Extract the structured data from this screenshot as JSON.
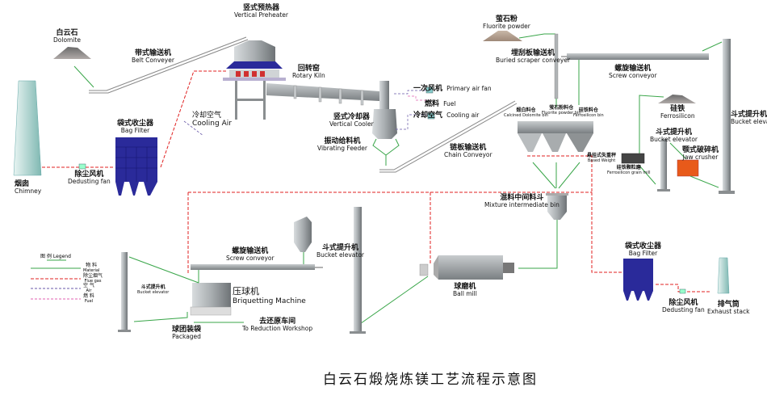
{
  "title": "白云石煅烧炼镁工艺流程示意图",
  "colors": {
    "material": "#3aa64a",
    "flue_gas": "#e02020",
    "air": "#6a5aa8",
    "fuel": "#e060b0",
    "bag_filter": "#2a2a9a",
    "equipment": "#9aa0a4",
    "chimney": "#a8d0cc",
    "crusher": "#e85a1a"
  },
  "equipment": {
    "dolomite": {
      "cn": "白云石",
      "en": "Dolomite"
    },
    "belt_conveyor": {
      "cn": "带式输送机",
      "en": "Belt Conveyer"
    },
    "vertical_preheater": {
      "cn": "竖式预热器",
      "en": "Vertical Preheater"
    },
    "rotary_kiln": {
      "cn": "回转窑",
      "en": "Rotary Kiln"
    },
    "primary_air_fan": {
      "cn": "一次风机",
      "en": "Primary air fan"
    },
    "fuel": {
      "cn": "燃料",
      "en": "Fuel"
    },
    "cooling_air_right": {
      "cn": "冷却空气",
      "en": "Cooling air"
    },
    "vertical_cooler": {
      "cn": "竖式冷却器",
      "en": "Vertical Cooler"
    },
    "vibrating_feeder": {
      "cn": "振动给料机",
      "en": "Vibrating Feeder"
    },
    "chain_conveyor": {
      "cn": "链板输送机",
      "en": "Chain Conveyor"
    },
    "cooling_air_left": {
      "cn": "冷却空气",
      "en": "Cooling Air"
    },
    "bag_filter_left": {
      "cn": "袋式收尘器",
      "en": "Bag Filter"
    },
    "dedusting_fan_left": {
      "cn": "除尘风机",
      "en": "Dedusting fan"
    },
    "chimney": {
      "cn": "烟囱",
      "en": "Chimney"
    },
    "fluorite_powder": {
      "cn": "萤石粉",
      "en": "Fluorite powder"
    },
    "buried_scraper_conveyer": {
      "cn": "埋刮板输送机",
      "en": "Buried scraper conveyer"
    },
    "screw_conveyor_top": {
      "cn": "螺旋输送机",
      "en": "Screw conveyor"
    },
    "calcined_dolomite_bin": {
      "cn": "煅白料仓",
      "en": "Calcined Dolomite bin"
    },
    "fluorite_powder_bin": {
      "cn": "萤石粉料仓",
      "en": "Fluorite powder bin"
    },
    "ferrosilicon_bin": {
      "cn": "硅铁料仓",
      "en": "Ferrosilicon bin"
    },
    "based_weight": {
      "cn": "悬挂式失重秤",
      "en": "Based Weight"
    },
    "ferrosilicon_grain_mill": {
      "cn": "硅铁颗粒磨",
      "en": "Ferrosilicon grain mill"
    },
    "ferrosilicon": {
      "cn": "硅铁",
      "en": "Ferrosilicon"
    },
    "bucket_elevator_mid": {
      "cn": "斗式提升机",
      "en": "Bucket elevator"
    },
    "jaw_crusher": {
      "cn": "颚式破碎机",
      "en": "Jaw crusher"
    },
    "bucket_elevator_right": {
      "cn": "斗式提升机",
      "en": "Bucket elevator"
    },
    "mixture_intermediate_bin": {
      "cn": "混料中间料斗",
      "en": "Mixture intermediate bin"
    },
    "ball_mill": {
      "cn": "球磨机",
      "en": "Ball mill"
    },
    "bag_filter_right": {
      "cn": "袋式收尘器",
      "en": "Bag Filter"
    },
    "dedusting_fan_right": {
      "cn": "除尘风机",
      "en": "Dedusting fan"
    },
    "exhaust_stack": {
      "cn": "排气筒",
      "en": "Exhaust stack"
    },
    "screw_conveyor_bottom": {
      "cn": "螺旋输送机",
      "en": "Screw conveyor"
    },
    "bucket_elevator_bottom": {
      "cn": "斗式提升机",
      "en": "Bucket elevator"
    },
    "bucket_elevator_left": {
      "cn": "斗式提升机",
      "en": "Bucket elevator"
    },
    "briquetting_machine": {
      "cn": "压球机",
      "en": "Briquetting Machine"
    },
    "packaged": {
      "cn": "球团装袋",
      "en": "Packaged"
    },
    "to_reduction": {
      "cn": "去还原车间",
      "en": "To Reduction Workshop"
    }
  },
  "legend": {
    "title_cn": "图 例",
    "title_en": "Legend",
    "items": [
      {
        "cn": "物 料",
        "en": "Material",
        "type": "material"
      },
      {
        "cn": "除尘烟气",
        "en": "Flue gas",
        "type": "flue_gas"
      },
      {
        "cn": "空 气",
        "en": "Air",
        "type": "air"
      },
      {
        "cn": "燃 料",
        "en": "Fuel",
        "type": "fuel"
      }
    ]
  }
}
